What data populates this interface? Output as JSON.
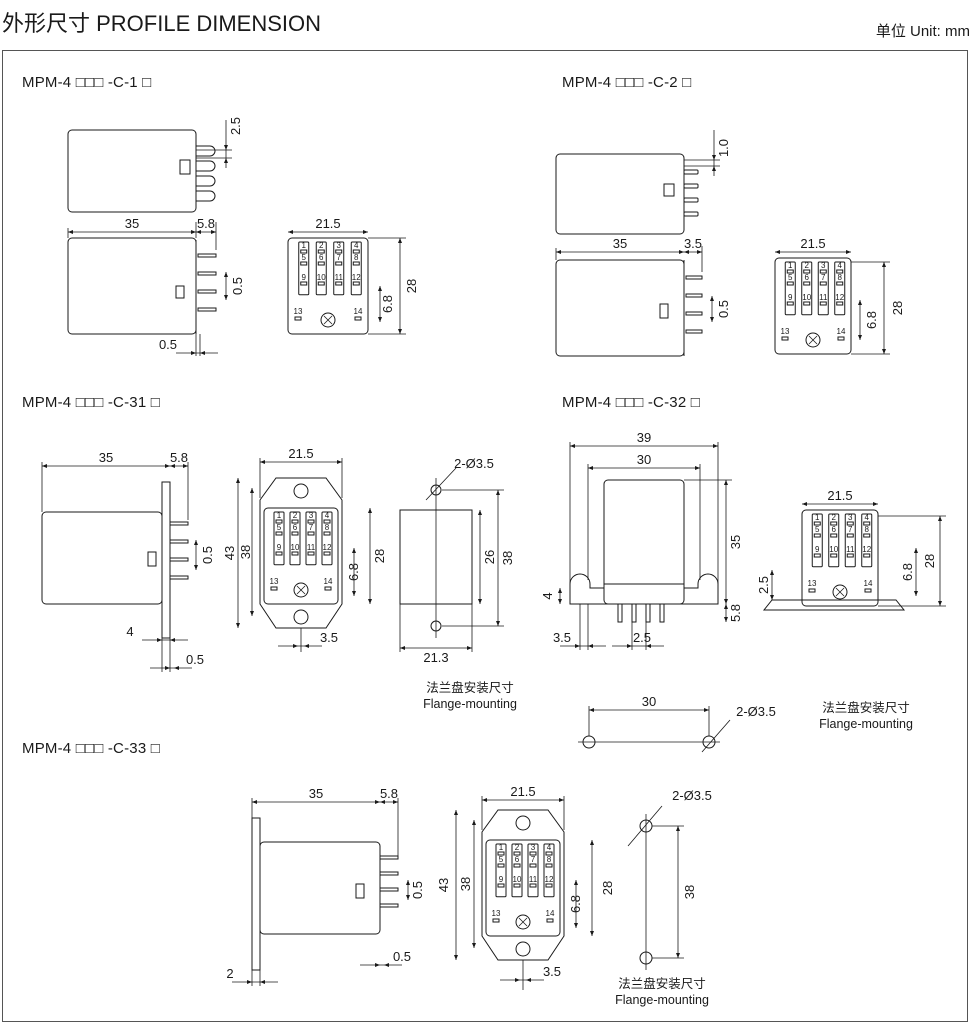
{
  "header": {
    "title": "外形尺寸 PROFILE DIMENSION",
    "unit": "单位 Unit: mm"
  },
  "models": {
    "c1": "MPM-4 □□□ -C-1 □",
    "c2": "MPM-4 □□□ -C-2 □",
    "c31": "MPM-4 □□□ -C-31 □",
    "c32": "MPM-4 □□□ -C-32 □",
    "c33": "MPM-4 □□□ -C-33 □"
  },
  "captions": {
    "flange_cn": "法兰盘安装尺寸",
    "flange_en": "Flange-mounting"
  },
  "terminals": {
    "row1": [
      "1",
      "2",
      "3",
      "4"
    ],
    "row2": [
      "5",
      "6",
      "7",
      "8"
    ],
    "row3": [
      "9",
      "10",
      "11",
      "12"
    ],
    "row4": [
      "13",
      "14"
    ]
  },
  "dims": {
    "c1": {
      "pin_pitch": "2.5",
      "length": "35",
      "pin_out": "5.8",
      "pin_w": "0.5",
      "base": "0.5",
      "width": "21.5",
      "height": "28",
      "coil": "6.8"
    },
    "c2": {
      "pin_pitch": "1.0",
      "length": "35",
      "pin_out": "3.5",
      "pin_w": "0.5",
      "width": "21.5",
      "height": "28",
      "coil": "6.8"
    },
    "c31": {
      "length": "35",
      "pin_out": "5.8",
      "pin_w": "0.5",
      "flange": "4",
      "base": "0.5",
      "width": "21.5",
      "h43": "43",
      "h38": "38",
      "h28": "28",
      "coil": "6.8",
      "slot": "3.5",
      "hole": "2-Ø3.5",
      "h26": "26",
      "h38b": "38",
      "w213": "21.3"
    },
    "c32": {
      "w39": "39",
      "w30": "30",
      "h35": "35",
      "h4": "4",
      "p58": "5.8",
      "l35": "3.5",
      "p25": "2.5",
      "width": "21.5",
      "h25": "2.5",
      "coil": "6.8",
      "height": "28",
      "mount30": "30",
      "hole": "2-Ø3.5"
    },
    "c33": {
      "length": "35",
      "pin_out": "5.8",
      "pin_w": "0.5",
      "flange": "2",
      "base": "0.5",
      "width": "21.5",
      "h43": "43",
      "h38": "38",
      "h28": "28",
      "coil": "6.8",
      "slot": "3.5",
      "hole": "2-Ø3.5",
      "h38b": "38"
    }
  }
}
